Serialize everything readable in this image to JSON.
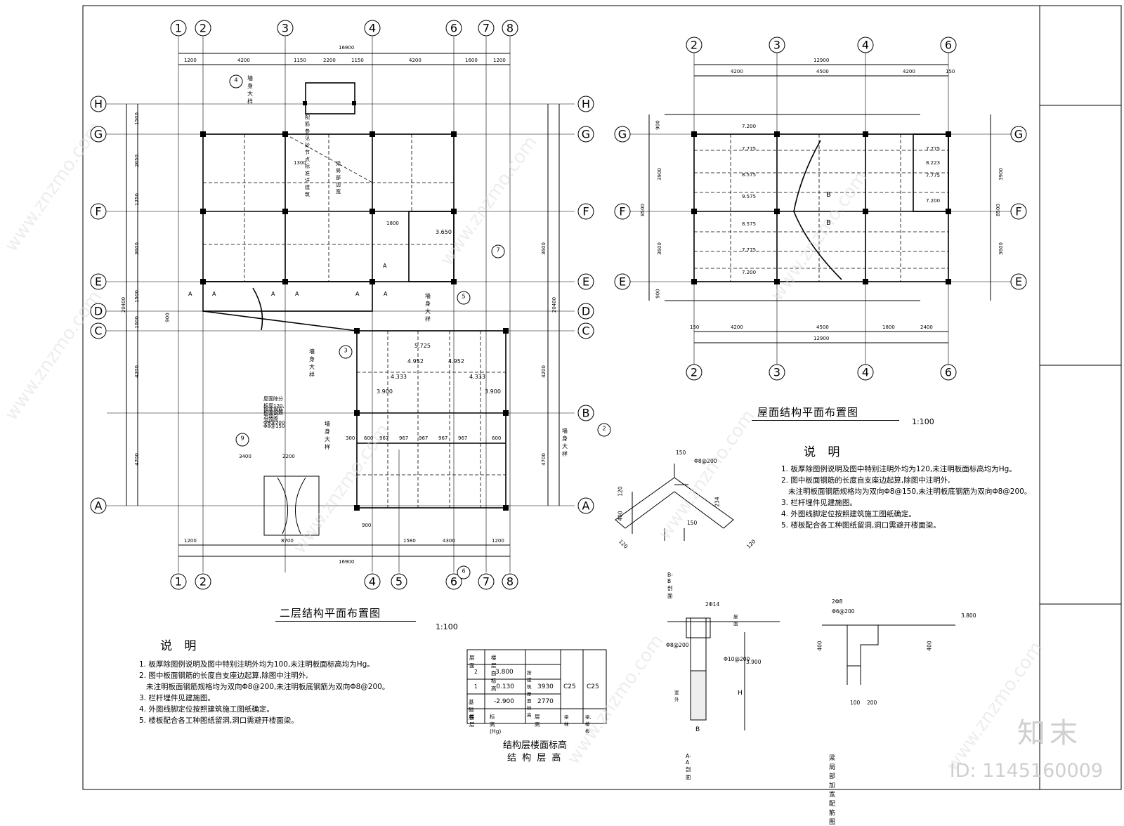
{
  "plan2": {
    "title": "二层结构平面布置图",
    "scale": "1:100",
    "axes_top": [
      "1",
      "2",
      "3",
      "4",
      "6",
      "7",
      "8"
    ],
    "axes_bottom": [
      "1",
      "2",
      "4",
      "5",
      "6",
      "7",
      "8"
    ],
    "axes_rows": [
      "H",
      "G",
      "F",
      "E",
      "D",
      "C",
      "B",
      "A"
    ],
    "dims_total": "16900",
    "dims_top": [
      "1200",
      "4200",
      "1150",
      "2200",
      "1150",
      "4200",
      "1600",
      "1200"
    ],
    "dims_bottom": [
      "1200",
      "8700",
      "900",
      "1580",
      "4300",
      "1200"
    ],
    "dims_left": [
      "1500",
      "2650",
      "1250",
      "3600",
      "1500",
      "1000",
      "4200",
      "4700"
    ],
    "dims_left_total": "20400",
    "labels": {
      "beam1": "墙身大样",
      "beam2": "墙身大样",
      "beam3": "墙身大样",
      "beam4": "墙身大样",
      "note_top": "配筋参见砼节点 标准详建筑",
      "note_local": "梁局部加宽",
      "slab_note1": "屋面除分板厚120,板面钢筋为双向Φ8@150",
      "slab_note2": "板底钢筋为双向Φ8@200",
      "elev1": "3.650",
      "elev_a": "5.725",
      "elev_b": "4.952",
      "elev_c": "4.952",
      "elev_d": "4.333",
      "elev_e": "4.333",
      "elev_f": "3.900",
      "elev_g": "3.900",
      "dims_stair": [
        "300",
        "600",
        "967",
        "967",
        "967",
        "967",
        "967",
        "600"
      ],
      "dim_1300": "1300",
      "dim_1800": "1800",
      "dim_3400": "3400",
      "dim_2200": "2200",
      "dim_900": "900",
      "mark_a": "A"
    },
    "callouts": [
      "4",
      "7",
      "5",
      "3",
      "9",
      "2",
      "6"
    ]
  },
  "roof": {
    "title": "屋面结构平面布置图",
    "scale": "1:100",
    "axes_top": [
      "2",
      "3",
      "4",
      "6"
    ],
    "axes_rows": [
      "G",
      "F",
      "E"
    ],
    "dims_total": "12900",
    "dims_top": [
      "4200",
      "4500",
      "4200",
      "150"
    ],
    "dims_bottom": [
      "150",
      "4200",
      "4500",
      "1800",
      "2400"
    ],
    "dims_left": [
      "900",
      "3900",
      "3600",
      "900"
    ],
    "dims_right_total": "8500",
    "elevs": [
      "7.200",
      "7.775",
      "8.575",
      "9.575",
      "8.575",
      "7.775",
      "7.200",
      "7.775",
      "8.223",
      "7.775",
      "7.200"
    ],
    "mark_b": "B"
  },
  "notes_right": {
    "heading": "说 明",
    "items": [
      "1. 板厚除图例说明及图中特别注明外均为120,未注明板面标高均为Hg。",
      "2. 图中板面钢筋的长度自支座边起算,除图中注明外,",
      "   未注明板面钢筋规格均为双向Φ8@150,未注明板底钢筋为双向Φ8@200。",
      "3. 栏杆埋件见建施图。",
      "4. 外图线脚定位按照建筑施工图纸确定。",
      "5. 楼板配合各工种图纸留洞,洞口需避开楼面梁。"
    ]
  },
  "notes_left": {
    "heading": "说 明",
    "items": [
      "1. 板厚除图例说明及图中特别注明外均为100,未注明板面标高均为Hg。",
      "2. 图中板面钢筋的长度自支座边起算,除图中注明外,",
      "   未注明板面钢筋规格均为双向Φ8@200,未注明板底钢筋为双向Φ8@200。",
      "3. 栏杆埋件见建施图。",
      "4. 外图线脚定位按照建筑施工图纸确定。",
      "5. 楼板配合各工种图纸留洞,洞口需避开楼面梁。"
    ]
  },
  "table": {
    "title1": "结构层楼面标高",
    "title2": "结 构 层 高",
    "header": [
      "层面",
      "楼层面标高",
      "层高"
    ],
    "rows": [
      [
        "2",
        "3.800",
        "按建筑屋面标高"
      ],
      [
        "1",
        "-0.130",
        "3930"
      ],
      [
        "基础底",
        "-2.900",
        "2770"
      ],
      [
        "楼 层",
        "标 高(Hg)",
        "层 高"
      ]
    ],
    "col_concrete_beam": "C25",
    "col_concrete_slab": "C25",
    "foot_beam": "梁柱",
    "foot_slab": "梁,楼板"
  },
  "section_bb": {
    "title": "B-B 剖面",
    "rebar": "Φ8@200",
    "dims": [
      "150",
      "120",
      "400",
      "234",
      "150",
      "120",
      "120"
    ]
  },
  "section_aa": {
    "title": "A-A 剖面",
    "rebar_top": "2Φ14",
    "rebar_stirrup": "Φ8@200",
    "rebar_side": "Φ10@200",
    "elev": "3.900",
    "mark_h": "H",
    "mark_b": "B",
    "label_top": "屋面",
    "label_side": "室外"
  },
  "section_beam": {
    "title": "梁局部加宽配筋图",
    "rebar_top": "2Φ8",
    "rebar_stirrup": "Φ6@200",
    "elev": "3.800",
    "dims": [
      "400",
      "400",
      "100",
      "200"
    ]
  },
  "watermark": {
    "site": "www.znzmo.com",
    "brand": "知末",
    "id": "ID: 1145160009"
  }
}
